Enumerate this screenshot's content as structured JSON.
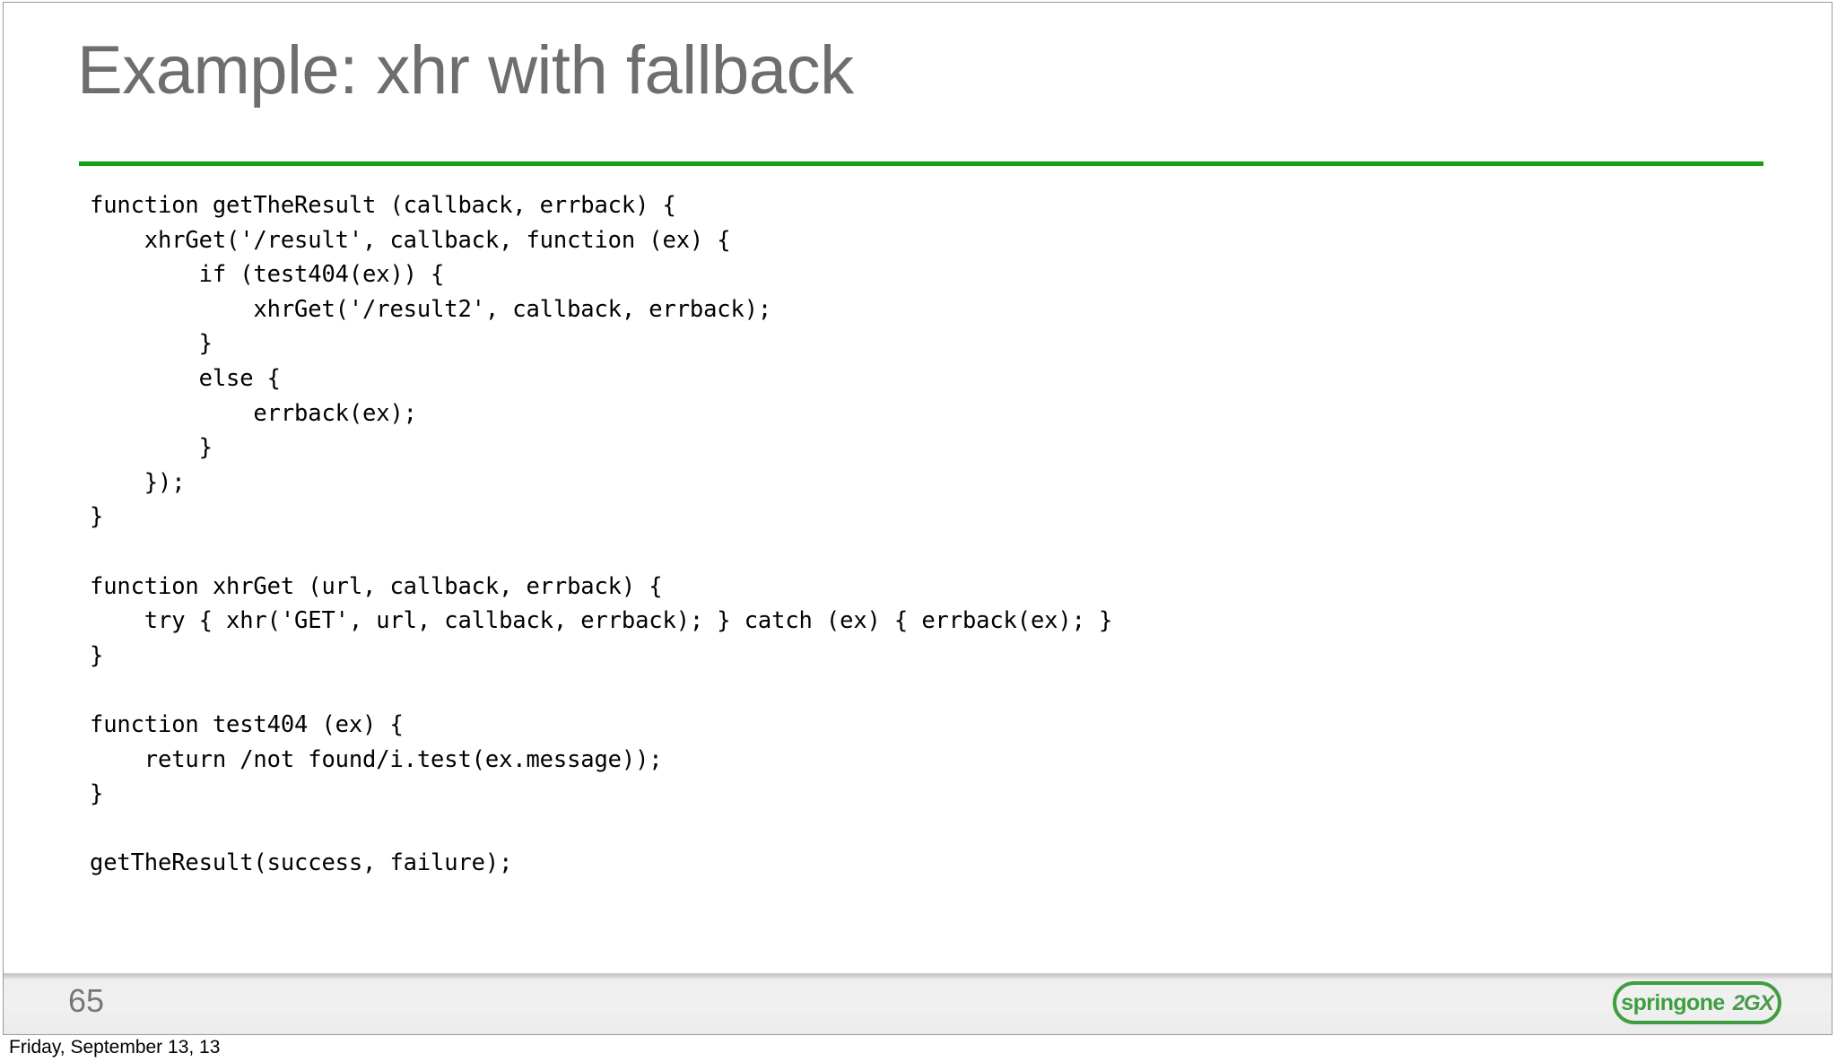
{
  "slide": {
    "title": "Example: xhr with fallback",
    "accent_color": "#14a014",
    "title_color": "#6e6e6e",
    "code": "function getTheResult (callback, errback) {\n    xhrGet('/result', callback, function (ex) {\n        if (test404(ex)) {\n            xhrGet('/result2', callback, errback);\n        }\n        else {\n            errback(ex);\n        }\n    });\n}\n\nfunction xhrGet (url, callback, errback) {\n    try { xhr('GET', url, callback, errback); } catch (ex) { errback(ex); }\n}\n\nfunction test404 (ex) {\n    return /not found/i.test(ex.message));\n}\n\ngetTheResult(success, failure);",
    "code_lines": [
      "function getTheResult (callback, errback) {",
      "    xhrGet('/result', callback, function (ex) {",
      "        if (test404(ex)) {",
      "            xhrGet('/result2', callback, errback);",
      "        }",
      "        else {",
      "            errback(ex);",
      "        }",
      "    });",
      "}",
      "",
      "function xhrGet (url, callback, errback) {",
      "    try { xhr('GET', url, callback, errback); } catch (ex) { errback(ex); }",
      "}",
      "",
      "function test404 (ex) {",
      "    return /not found/i.test(ex.message));",
      "}",
      "",
      "getTheResult(success, failure);"
    ]
  },
  "footer": {
    "page_number": "65",
    "logo": {
      "name": "springone",
      "suffix": "2GX",
      "color": "#3f9e3f"
    }
  },
  "caption": {
    "date": "Friday, September 13, 13"
  }
}
